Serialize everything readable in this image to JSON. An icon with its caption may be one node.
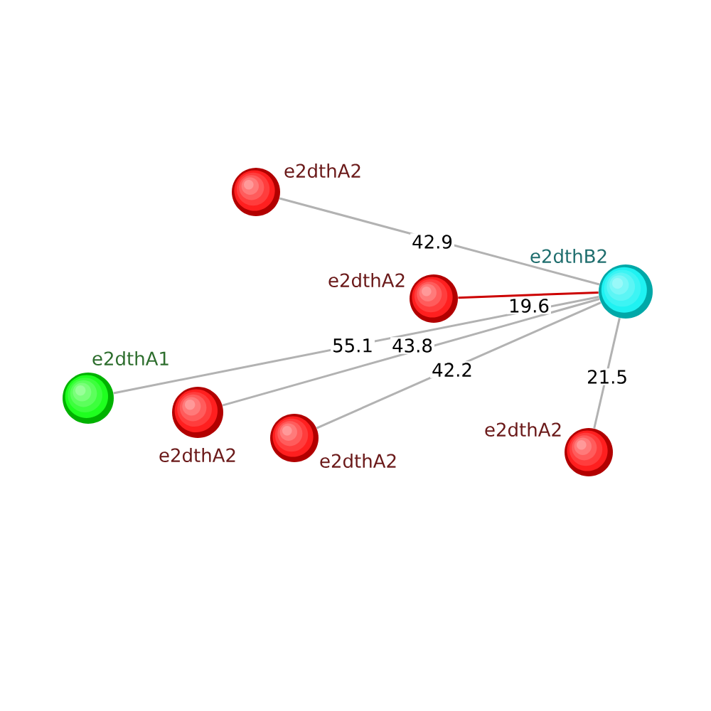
{
  "diagram": {
    "nodes": [
      {
        "text": [],
        "shape": "circle",
        "beside": [
          "e2dthA2"
        ]
      },
      {
        "text": [],
        "shape": "circle",
        "beside": [
          "e2dthB2"
        ]
      },
      {
        "text": [],
        "shape": "circle",
        "beside": [
          "e2dthA2"
        ]
      },
      {
        "text": [],
        "shape": "circle",
        "beside": [
          "e2dthA1"
        ]
      },
      {
        "text": [],
        "shape": "circle",
        "beside": [
          "e2dthA2"
        ]
      },
      {
        "text": [],
        "shape": "circle",
        "beside": [
          "e2dthA2"
        ]
      },
      {
        "text": [],
        "shape": "circle",
        "beside": [
          "e2dthA2"
        ]
      }
    ],
    "edges": [
      {
        "from": 0,
        "to": 1,
        "arrow": "none",
        "label": "42.9"
      },
      {
        "from": 2,
        "to": 1,
        "arrow": "none",
        "label": "19.6",
        "color": "#cc0000"
      },
      {
        "from": 3,
        "to": 1,
        "arrow": "none",
        "label": "55.1"
      },
      {
        "from": 4,
        "to": 1,
        "arrow": "none",
        "label": "43.8"
      },
      {
        "from": 5,
        "to": 1,
        "arrow": "none",
        "label": "42.2"
      },
      {
        "from": 6,
        "to": 1,
        "arrow": "none",
        "label": "21.5"
      }
    ]
  }
}
